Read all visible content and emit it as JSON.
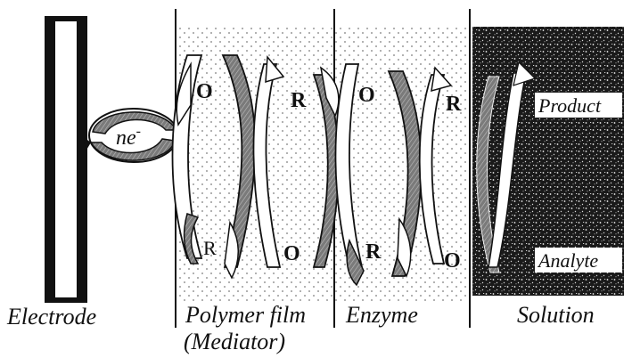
{
  "labels": {
    "electrode": "Electrode",
    "polymer_film": "Polymer film",
    "mediator": "(Mediator)",
    "enzyme": "Enzyme",
    "solution": "Solution",
    "ne": "ne",
    "ne_sup": "-",
    "product": "Product",
    "analyte": "Analyte"
  },
  "mediator_states": {
    "top_left": "O",
    "top_right": "R",
    "bottom_left": "R",
    "bottom_right": "O"
  },
  "enzyme_states": {
    "top_left": "O",
    "top_right": "R",
    "bottom_left": "R",
    "bottom_right": "O"
  },
  "colors": {
    "ink": "#111111",
    "gray_fill": "#8c8c8c",
    "solution_dark": "#1a1a1a",
    "dot": "#9a9a9a"
  }
}
